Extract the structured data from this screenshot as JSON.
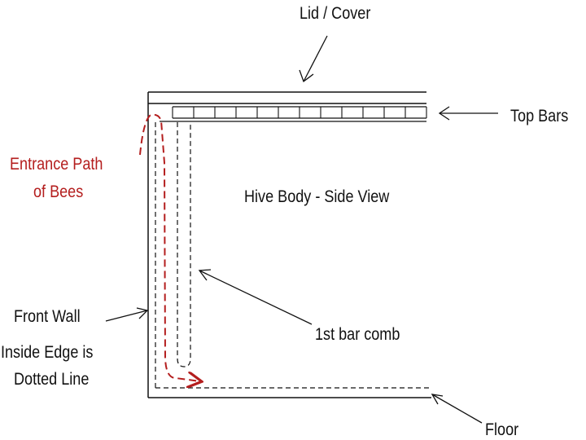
{
  "labels": {
    "lid_cover": "Lid / Cover",
    "top_bars": "Top Bars",
    "entrance_path_line1": "Entrance Path",
    "entrance_path_line2": "of Bees",
    "hive_body": "Hive Body - Side View",
    "front_wall": "Front Wall",
    "inside_edge_line1": "Inside Edge is",
    "inside_edge_line2": "Dotted Line",
    "first_bar_comb": "1st bar comb",
    "floor": "Floor"
  },
  "colors": {
    "line": "#111111",
    "entrance_path": "#b41e1e",
    "background": "#ffffff"
  },
  "top_bar_count": 12
}
